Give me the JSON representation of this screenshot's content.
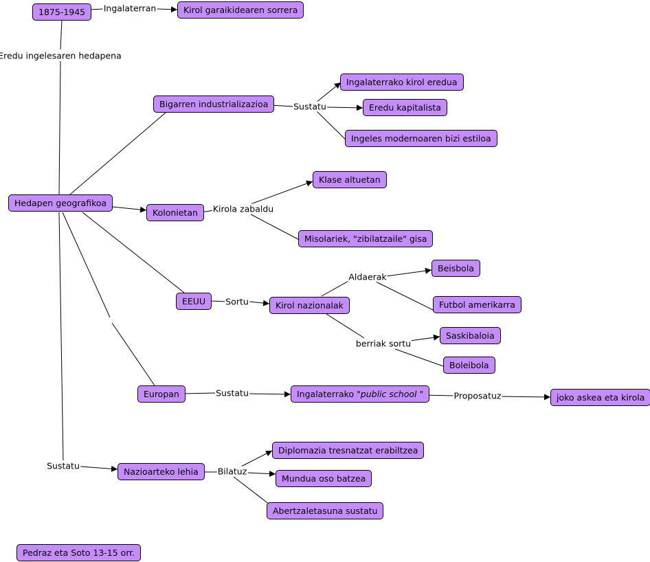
{
  "nodes": {
    "period": "1875-1945",
    "sport_birth": "Kirol garaikidearen sorrera",
    "second_industrialization": "Bigarren industrializazioa",
    "england_sport_model": "Ingalaterrako kirol eredua",
    "capitalist_model": "Eredu kapitalista",
    "english_lifestyle": "Ingeles modernoaren bizi estiloa",
    "geographic_spread": "Hedapen geografikoa",
    "colonies": "Kolonietan",
    "upper_classes": "Klase altuetan",
    "missionaries": "Misolariek, \"zibilatzaile\" gisa",
    "usa": "EEUU",
    "national_sports": "Kirol nazionalak",
    "baseball": "Beisbola",
    "american_football": "Futbol amerikarra",
    "basketball": "Saskibaloia",
    "volleyball": "Boleibola",
    "europe": "Europan",
    "public_school_prefix": "Ingalaterrako ",
    "public_school_em": "\"public school \"",
    "free_play": "joko askea eta kirola",
    "international_rivalry": "Nazioarteko lehia",
    "diplomacy": "Diplomazia tresnatzat erabiltzea",
    "unite_world": "Mundua oso batzea",
    "patriotism": "Abertzaletasuna sustatu",
    "source": "Pedraz eta Soto 13-15 orr."
  },
  "links": {
    "in_england": "Ingalaterran",
    "english_model_spread": "Eredu ingelesaren hedapena",
    "promote_industrial": "Sustatu",
    "spread_sport": "Kirola zabaldu",
    "create": "Sortu",
    "variants": "Aldaerak",
    "new_created": "berriak sortu",
    "promote_europe": "Sustatu",
    "propose": "Proposatuz",
    "promote_rivalry": "Sustatu",
    "seeking": "Bilatuz"
  }
}
